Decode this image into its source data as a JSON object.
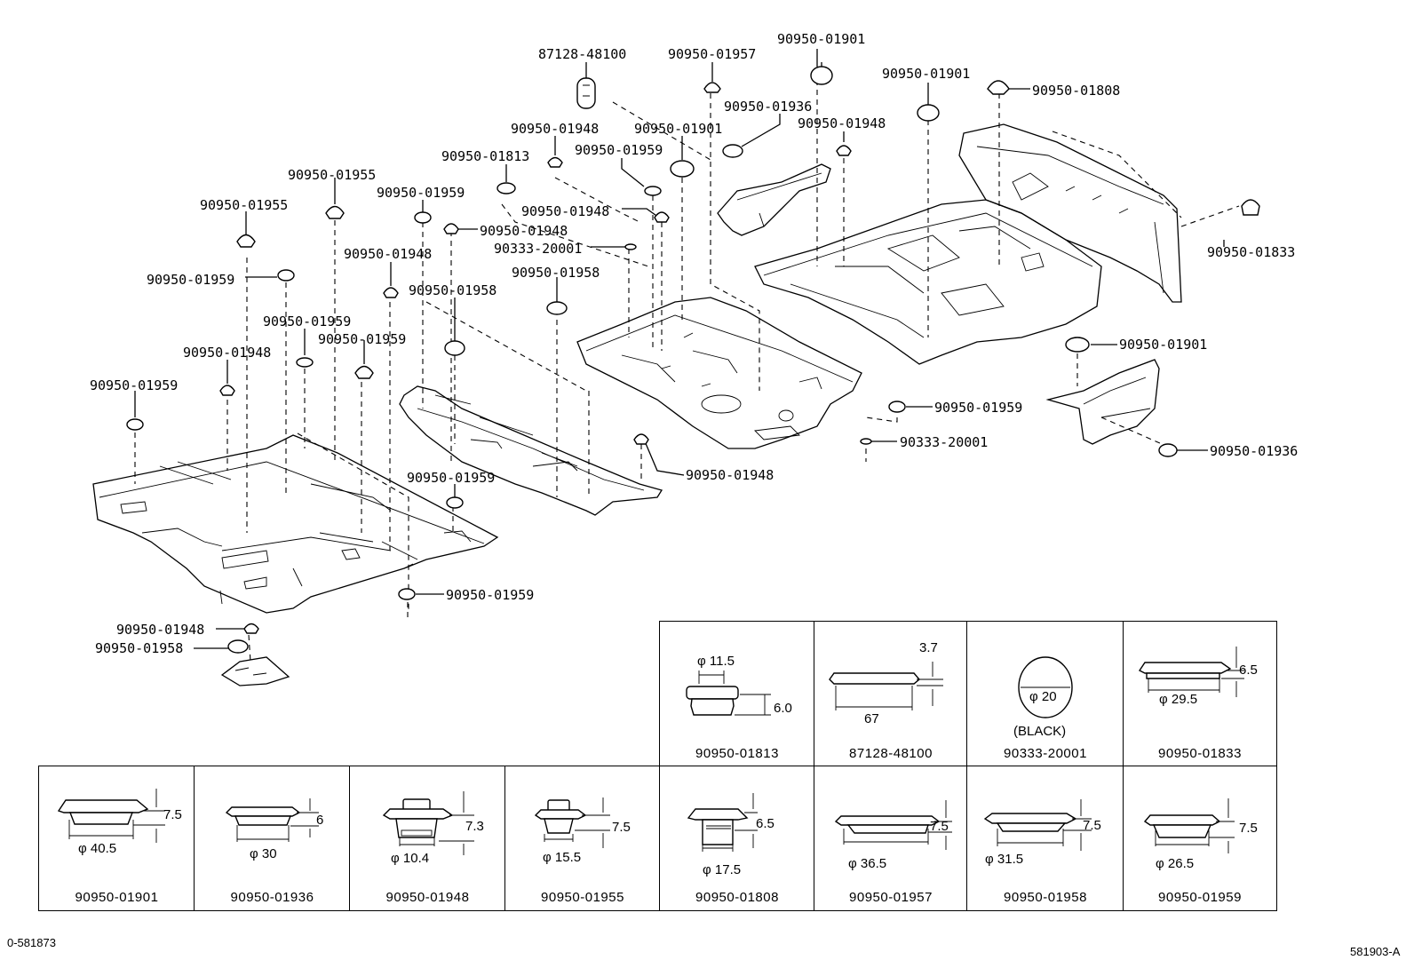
{
  "diagram": {
    "type": "exploded-parts-diagram",
    "subject": "Floor pan plugs / hole plugs",
    "callouts": [
      {
        "id": "c1",
        "part": "87128-48100"
      },
      {
        "id": "c2",
        "part": "90950-01957"
      },
      {
        "id": "c3",
        "part": "90950-01901"
      },
      {
        "id": "c4",
        "part": "90950-01901"
      },
      {
        "id": "c5",
        "part": "90950-01808"
      },
      {
        "id": "c6",
        "part": "90950-01936"
      },
      {
        "id": "c7",
        "part": "90950-01948"
      },
      {
        "id": "c8",
        "part": "90950-01901"
      },
      {
        "id": "c9",
        "part": "90950-01948"
      },
      {
        "id": "c10",
        "part": "90950-01813"
      },
      {
        "id": "c11",
        "part": "90950-01959"
      },
      {
        "id": "c12",
        "part": "90950-01955"
      },
      {
        "id": "c13",
        "part": "90950-01959"
      },
      {
        "id": "c14",
        "part": "90950-01948"
      },
      {
        "id": "c15",
        "part": "90950-01948"
      },
      {
        "id": "c16",
        "part": "90333-20001"
      },
      {
        "id": "c17",
        "part": "90950-01955"
      },
      {
        "id": "c18",
        "part": "90950-01959"
      },
      {
        "id": "c19",
        "part": "90950-01948"
      },
      {
        "id": "c20",
        "part": "90950-01958"
      },
      {
        "id": "c21",
        "part": "90950-01958"
      },
      {
        "id": "c22",
        "part": "90950-01959"
      },
      {
        "id": "c23",
        "part": "90950-01959"
      },
      {
        "id": "c24",
        "part": "90950-01948"
      },
      {
        "id": "c25",
        "part": "90950-01959"
      },
      {
        "id": "c26",
        "part": "90950-01833"
      },
      {
        "id": "c27",
        "part": "90950-01901"
      },
      {
        "id": "c28",
        "part": "90950-01959"
      },
      {
        "id": "c29",
        "part": "90333-20001"
      },
      {
        "id": "c30",
        "part": "90950-01936"
      },
      {
        "id": "c31",
        "part": "90950-01948"
      },
      {
        "id": "c32",
        "part": "90950-01959"
      },
      {
        "id": "c33",
        "part": "90950-01959"
      },
      {
        "id": "c34",
        "part": "90950-01948"
      },
      {
        "id": "c35",
        "part": "90950-01958"
      }
    ]
  },
  "spec_table": {
    "top_row": [
      {
        "part": "90950-01813",
        "dims": [
          "φ 11.5",
          "6.0"
        ]
      },
      {
        "part": "87128-48100",
        "dims": [
          "3.7",
          "67"
        ]
      },
      {
        "part": "90333-20001",
        "dims": [
          "φ 20"
        ],
        "note": "(BLACK)"
      },
      {
        "part": "90950-01833",
        "dims": [
          "6.5",
          "φ 29.5"
        ]
      }
    ],
    "bottom_row": [
      {
        "part": "90950-01901",
        "dims": [
          "7.5",
          "φ 40.5"
        ]
      },
      {
        "part": "90950-01936",
        "dims": [
          "6",
          "φ 30"
        ]
      },
      {
        "part": "90950-01948",
        "dims": [
          "7.3",
          "φ 10.4"
        ]
      },
      {
        "part": "90950-01955",
        "dims": [
          "7.5",
          "φ 15.5"
        ]
      },
      {
        "part": "90950-01808",
        "dims": [
          "6.5",
          "φ 17.5"
        ]
      },
      {
        "part": "90950-01957",
        "dims": [
          "7.5",
          "φ 36.5"
        ]
      },
      {
        "part": "90950-01958",
        "dims": [
          "7.5",
          "φ 31.5"
        ]
      },
      {
        "part": "90950-01959",
        "dims": [
          "7.5",
          "φ 26.5"
        ]
      }
    ]
  },
  "footer": {
    "left_code": "0-581873",
    "right_code": "581903-A"
  }
}
